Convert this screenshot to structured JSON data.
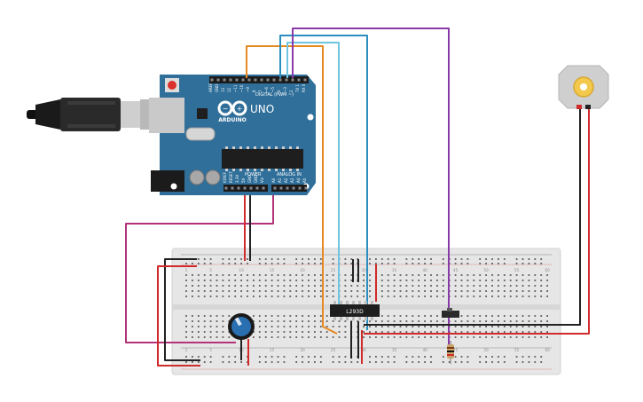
{
  "board": {
    "logo_text": "ARDUINO",
    "model": "UNO",
    "digital_label": "DIGITAL (PWM ~)",
    "power_label": "POWER",
    "analog_label": "ANALOG IN",
    "digital_pins": [
      "AREF",
      "GND",
      "13",
      "12",
      "~11",
      "~10",
      "~9",
      "8",
      "7",
      "~6",
      "~5",
      "4",
      "~3",
      "2",
      "TX 1",
      "RX 0"
    ],
    "power_pins": [
      "IOREF",
      "RESET",
      "3.3V",
      "5V",
      "GND",
      "GND",
      "Vin"
    ],
    "analog_pins": [
      "A0",
      "A1",
      "A2",
      "A3",
      "A4",
      "A5"
    ]
  },
  "chip": {
    "label": "L293D"
  },
  "breadboard": {
    "column_numbers": [
      "1",
      "5",
      "10",
      "15",
      "20",
      "25",
      "30",
      "35",
      "40",
      "45",
      "50",
      "55",
      "60"
    ]
  },
  "colors": {
    "board_blue": "#2f6f9a",
    "wire_orange": "#e8891f",
    "wire_cyan": "#6fc4e0",
    "wire_blue": "#2a8fc0",
    "wire_purple": "#8a3aa8",
    "wire_magenta": "#b3337a",
    "wire_red": "#d12a2a",
    "wire_black": "#222222",
    "breadboard": "#e6e6e6"
  }
}
